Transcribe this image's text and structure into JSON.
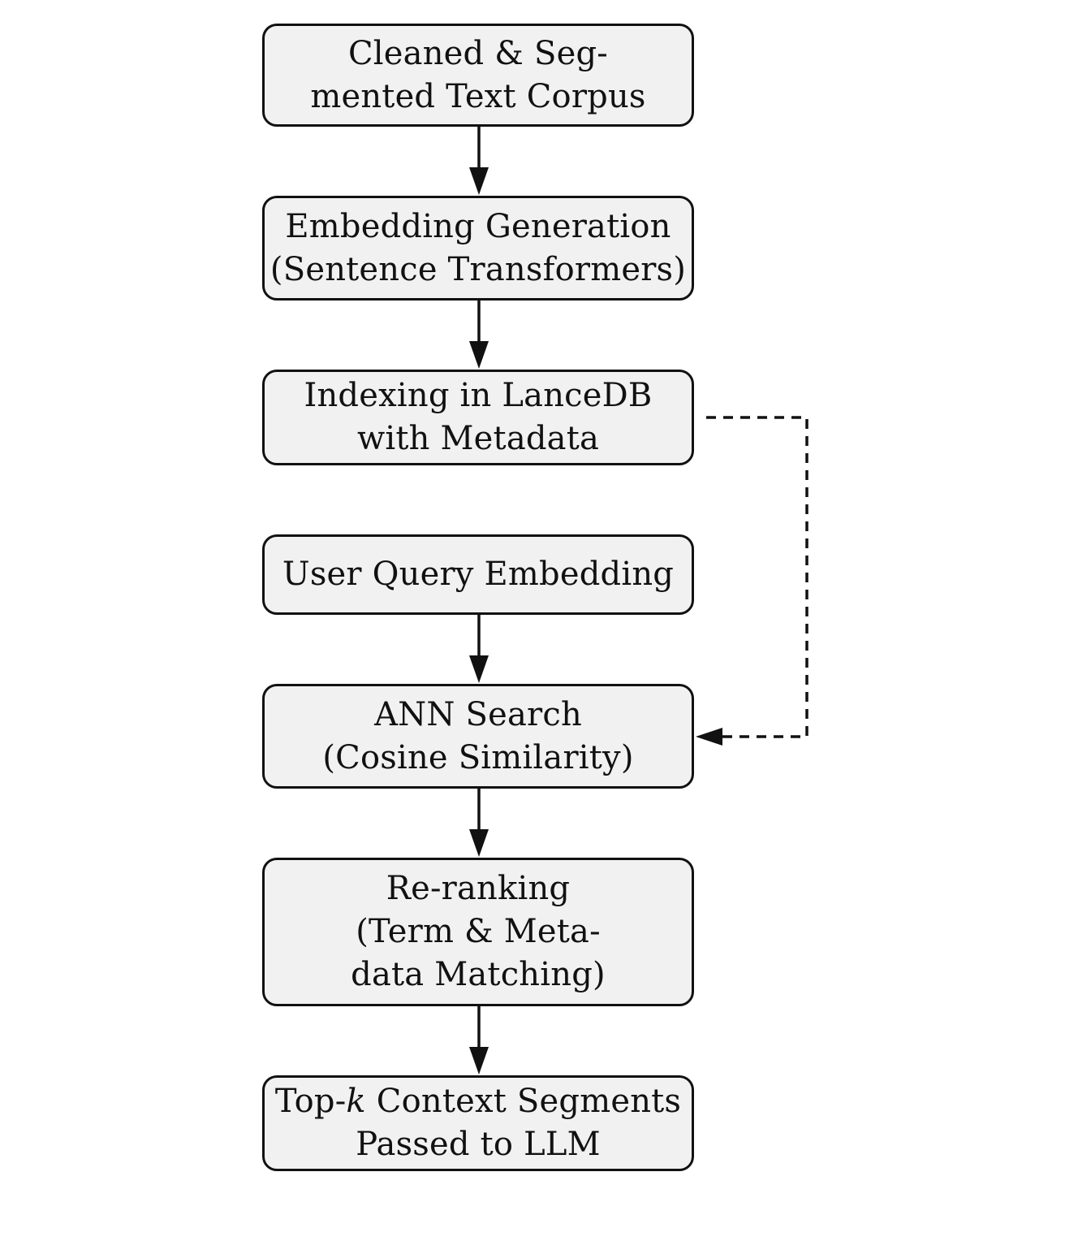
{
  "nodes": [
    {
      "id": "corpus",
      "lines": [
        "Cleaned & Seg-",
        "mented Text Corpus"
      ]
    },
    {
      "id": "embedding",
      "lines": [
        "Embedding Generation",
        "(Sentence Transformers)"
      ]
    },
    {
      "id": "indexing",
      "lines": [
        "Indexing in LanceDB",
        "with Metadata"
      ]
    },
    {
      "id": "query",
      "lines": [
        "User Query Embedding"
      ]
    },
    {
      "id": "ann",
      "lines": [
        "ANN Search",
        "(Cosine Similarity)"
      ]
    },
    {
      "id": "rerank",
      "lines": [
        "Re-ranking",
        "(Term & Meta-",
        "data Matching)"
      ]
    },
    {
      "id": "topk",
      "lines": [
        "Top-",
        "k",
        " Context Segments",
        "Passed to LLM"
      ]
    }
  ],
  "edges": [
    {
      "from": "corpus",
      "to": "embedding",
      "style": "solid"
    },
    {
      "from": "embedding",
      "to": "indexing",
      "style": "solid"
    },
    {
      "from": "query",
      "to": "ann",
      "style": "solid"
    },
    {
      "from": "indexing",
      "to": "ann",
      "style": "dashed"
    },
    {
      "from": "ann",
      "to": "rerank",
      "style": "solid"
    },
    {
      "from": "rerank",
      "to": "topk",
      "style": "solid"
    }
  ],
  "colors": {
    "node_fill": "#f1f1f1",
    "stroke": "#111111",
    "background": "#ffffff"
  }
}
